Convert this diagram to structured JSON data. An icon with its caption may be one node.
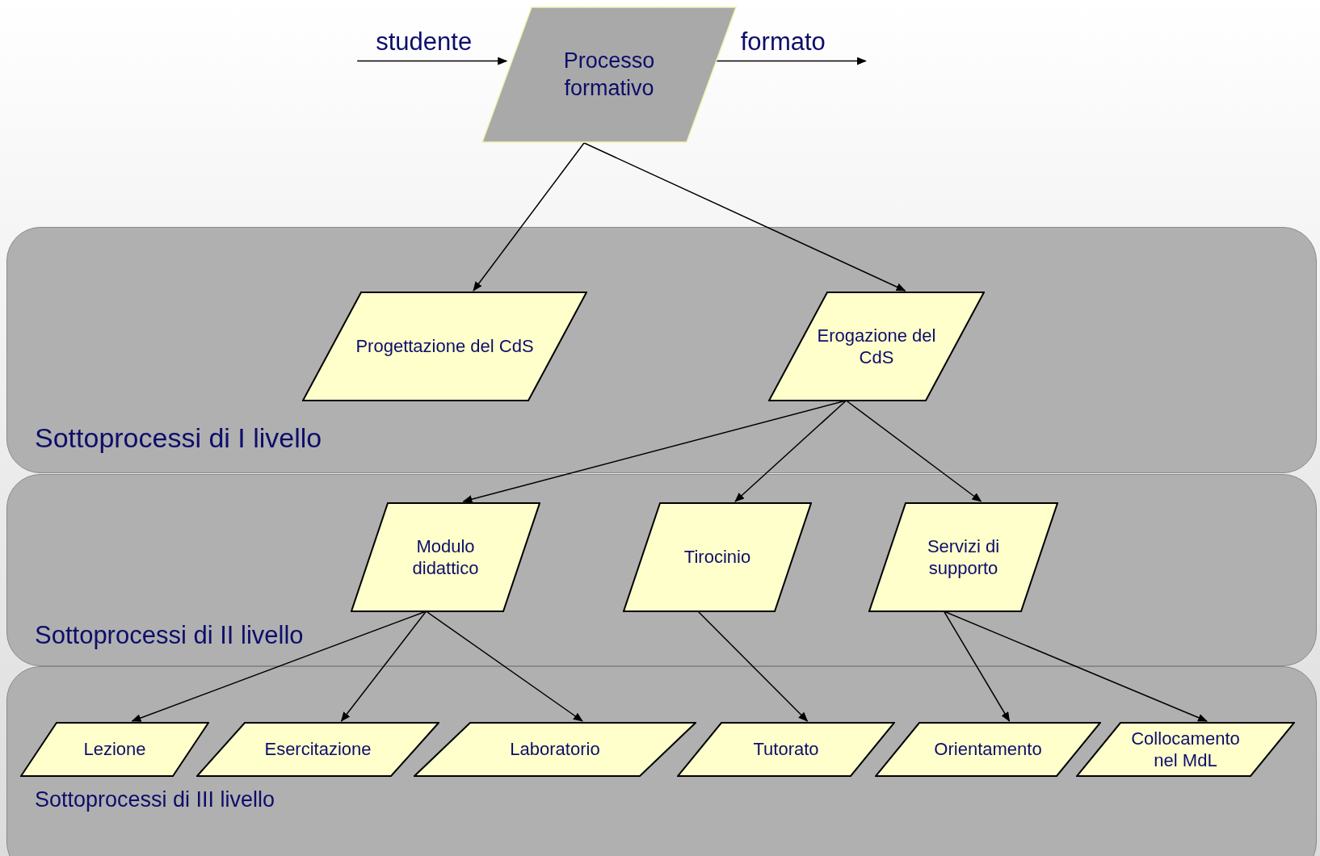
{
  "diagram": {
    "nodes": [
      {
        "text": [
          "Sottoprocessi di I livello"
        ]
      },
      {
        "text": [
          "Sottoprocessi di II livello"
        ]
      },
      {
        "text": [
          "Sottoprocessi di III livello"
        ]
      },
      {
        "text": [
          "Processo formativo"
        ]
      },
      {
        "text": [
          "Progettazione del CdS"
        ],
        "in": 0
      },
      {
        "text": [
          "Erogazione del CdS"
        ],
        "in": 0
      },
      {
        "text": [
          "Modulo didattico"
        ],
        "in": 1
      },
      {
        "text": [
          "Tirocinio"
        ],
        "in": 1
      },
      {
        "text": [
          "Servizi di supporto"
        ],
        "in": 1
      },
      {
        "text": [
          "Lezione"
        ],
        "in": 2
      },
      {
        "text": [
          "Esercitazione"
        ],
        "in": 2
      },
      {
        "text": [
          "Laboratorio"
        ],
        "in": 2
      },
      {
        "text": [
          "Tutorato"
        ],
        "in": 2
      },
      {
        "text": [
          "Orientamento"
        ],
        "in": 2
      },
      {
        "text": [
          "Collocamento nel MdL"
        ],
        "in": 2
      }
    ],
    "edges": [
      {
        "from": null,
        "to": 3,
        "arrow": "to",
        "label": "studente"
      },
      {
        "from": 3,
        "to": null,
        "arrow": "to",
        "label": "formato"
      },
      {
        "from": 3,
        "to": 4,
        "arrow": "to"
      },
      {
        "from": 3,
        "to": 5,
        "arrow": "to"
      },
      {
        "from": 5,
        "to": 6,
        "arrow": "to"
      },
      {
        "from": 5,
        "to": 7,
        "arrow": "to"
      },
      {
        "from": 5,
        "to": 8,
        "arrow": "to"
      },
      {
        "from": 6,
        "to": 9,
        "arrow": "to"
      },
      {
        "from": 6,
        "to": 10,
        "arrow": "to"
      },
      {
        "from": 6,
        "to": 11,
        "arrow": "to"
      },
      {
        "from": 7,
        "to": 12,
        "arrow": "to"
      },
      {
        "from": 8,
        "to": 13,
        "arrow": "to"
      },
      {
        "from": 8,
        "to": 14,
        "arrow": "to"
      }
    ]
  }
}
